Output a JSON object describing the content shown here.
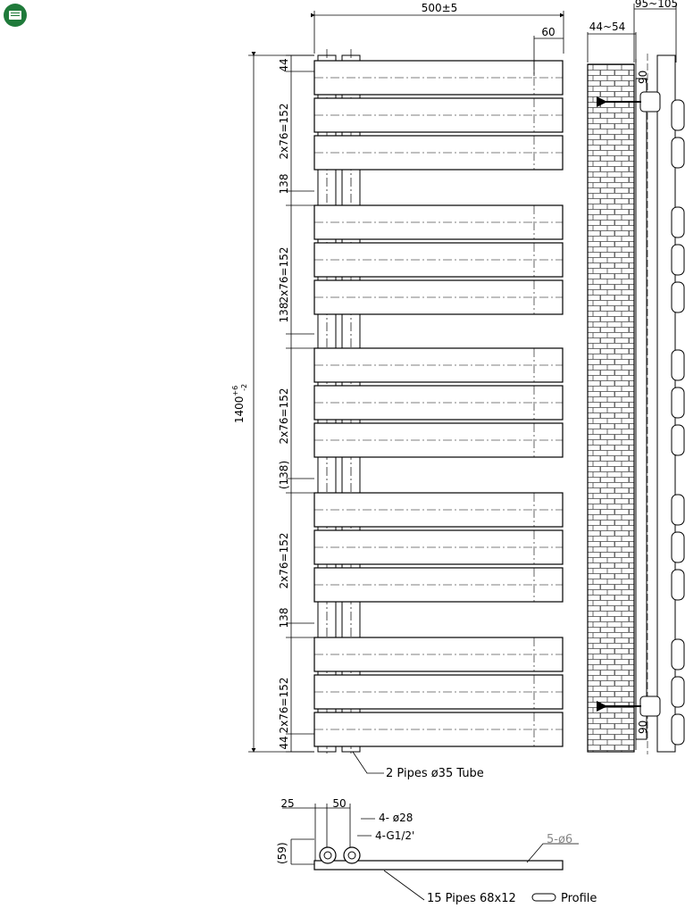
{
  "badge": {
    "icon": "towel-radiator-icon"
  },
  "dims": {
    "width": "500±5",
    "side_offset": "60",
    "projection": "95~105",
    "wall_gap": "44~54",
    "valve_top": "90",
    "valve_bottom": "90",
    "height_base": "1400",
    "height_tol_plus": "+6",
    "height_tol_minus": "-2",
    "edge_top": "44",
    "edge_bottom": "44",
    "group_spacing": "2x76=152",
    "gap": "138",
    "gap_ref": "(138)"
  },
  "labels": {
    "pipes": "2 Pipes ø35 Tube",
    "base_offset": "25",
    "pipe_spacing": "50",
    "holes": "4- ø28",
    "threads": "4-G1/2'",
    "depth": "(59)",
    "mount": "5-ø6",
    "profile": "15 Pipes  68x12",
    "profile_suffix": "Profile"
  }
}
